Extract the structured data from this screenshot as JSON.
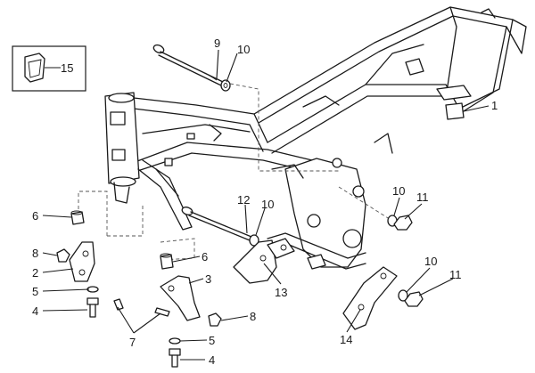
{
  "callouts": [
    {
      "id": "c1",
      "label": "1"
    },
    {
      "id": "c2",
      "label": "2"
    },
    {
      "id": "c3",
      "label": "3"
    },
    {
      "id": "c4a",
      "label": "4"
    },
    {
      "id": "c4b",
      "label": "4"
    },
    {
      "id": "c5a",
      "label": "5"
    },
    {
      "id": "c5b",
      "label": "5"
    },
    {
      "id": "c6a",
      "label": "6"
    },
    {
      "id": "c6b",
      "label": "6"
    },
    {
      "id": "c7",
      "label": "7"
    },
    {
      "id": "c8a",
      "label": "8"
    },
    {
      "id": "c8b",
      "label": "8"
    },
    {
      "id": "c9",
      "label": "9"
    },
    {
      "id": "c10a",
      "label": "10"
    },
    {
      "id": "c10b",
      "label": "10"
    },
    {
      "id": "c10c",
      "label": "10"
    },
    {
      "id": "c10d",
      "label": "10"
    },
    {
      "id": "c11a",
      "label": "11"
    },
    {
      "id": "c11b",
      "label": "11"
    },
    {
      "id": "c12",
      "label": "12"
    },
    {
      "id": "c13",
      "label": "13"
    },
    {
      "id": "c14",
      "label": "14"
    },
    {
      "id": "c15",
      "label": "15"
    }
  ]
}
